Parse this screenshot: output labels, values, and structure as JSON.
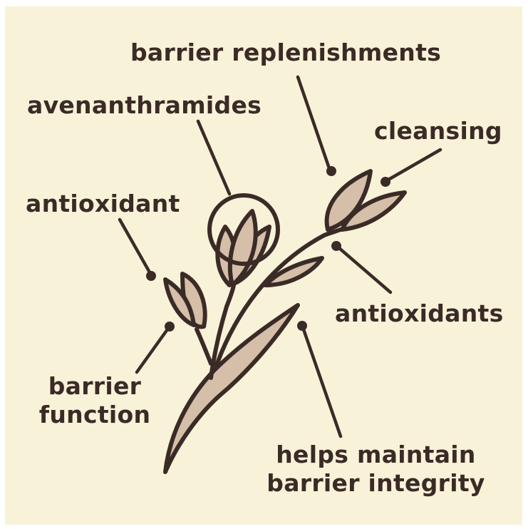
{
  "labels": {
    "barrier_replenishments": "barrier replenishments",
    "avenanthramides": "avenanthramides",
    "cleansing": "cleansing",
    "antioxidant": "antioxidant",
    "antioxidants": "antioxidants",
    "barrier_function_line1": "barrier",
    "barrier_function_line2": "function",
    "helps_line1": "helps maintain",
    "helps_line2": "barrier integrity"
  },
  "colors": {
    "background": "#f8f3d8",
    "ink": "#3b2b27",
    "petal": "#d6bfa9"
  }
}
